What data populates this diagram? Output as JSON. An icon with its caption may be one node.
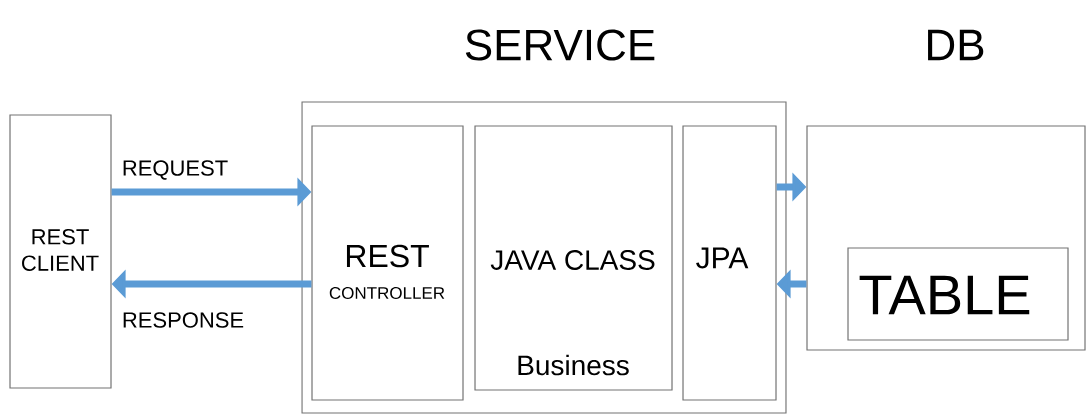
{
  "diagram": {
    "nodes": [
      {
        "text": [
          "REST CLIENT"
        ]
      },
      {
        "text": [
          "SERVICE"
        ]
      },
      {
        "text": [
          "REST",
          "CONTROLLER"
        ],
        "in": 1
      },
      {
        "text": [
          "JAVA CLASS",
          "Business"
        ],
        "in": 1
      },
      {
        "text": [
          "JPA"
        ],
        "in": 1
      },
      {
        "text": [
          "DB"
        ]
      },
      {
        "text": [
          "TABLE"
        ],
        "in": 5
      }
    ],
    "edges": [
      {
        "from": 0,
        "to": 2,
        "arrow": "to",
        "label": "REQUEST"
      },
      {
        "from": 2,
        "to": 0,
        "arrow": "to",
        "label": "RESPONSE"
      },
      {
        "from": 4,
        "to": 5,
        "arrow": "to"
      },
      {
        "from": 5,
        "to": 4,
        "arrow": "to"
      }
    ]
  }
}
